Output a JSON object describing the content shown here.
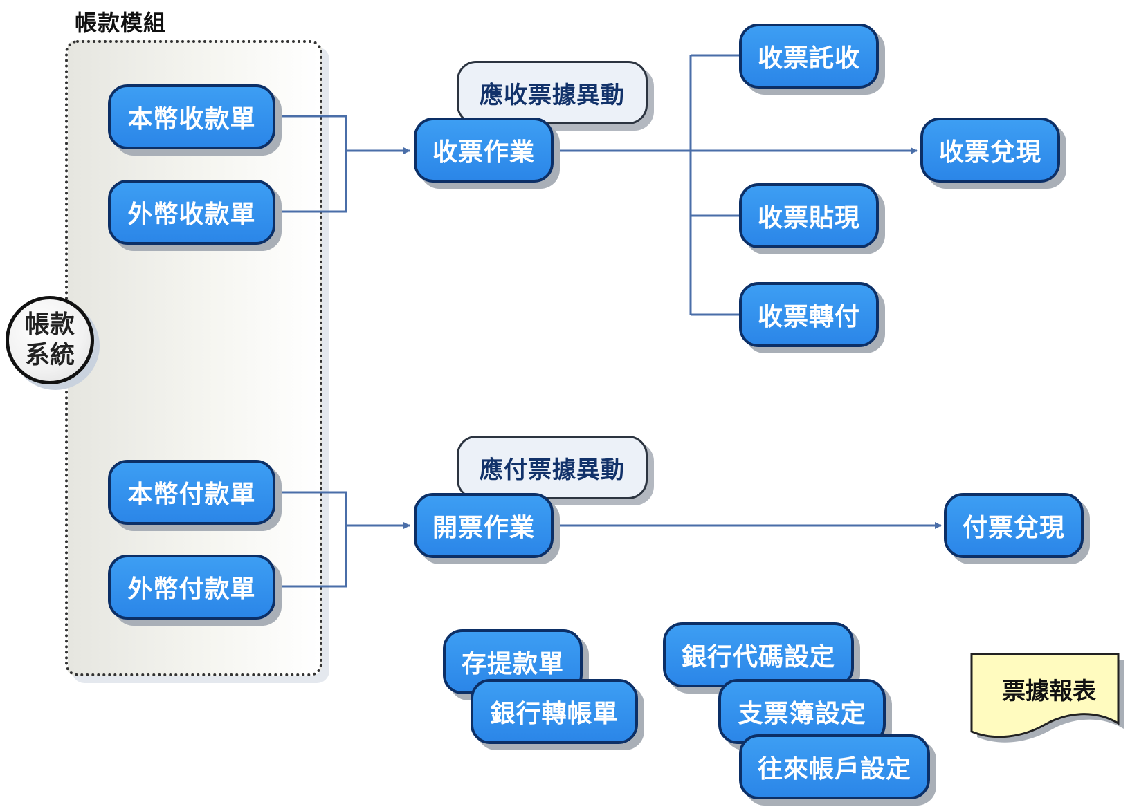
{
  "module_title": "帳款模組",
  "system": "帳款系統",
  "receivable": {
    "sources": [
      "本幣收款單",
      "外幣收款單"
    ],
    "note": "應收票據異動",
    "process": "收票作業",
    "outputs": {
      "collection": "收票託收",
      "cashing": "收票兌現",
      "discount": "收票貼現",
      "transfer": "收票轉付"
    }
  },
  "payable": {
    "sources": [
      "本幣付款單",
      "外幣付款單"
    ],
    "note": "應付票據異動",
    "process": "開票作業",
    "output": "付票兌現"
  },
  "misc": {
    "deposit": "存提款單",
    "bank_transfer": "銀行轉帳單",
    "bank_code": "銀行代碼設定",
    "checkbook": "支票簿設定",
    "account": "往來帳戶設定"
  },
  "report": "票據報表",
  "colors": {
    "node_fill": "#2b86e8",
    "node_border": "#0c2f66",
    "connector": "#4a6ea8",
    "note_fill": "#ecf1f8",
    "report_fill": "#fffbbf"
  }
}
